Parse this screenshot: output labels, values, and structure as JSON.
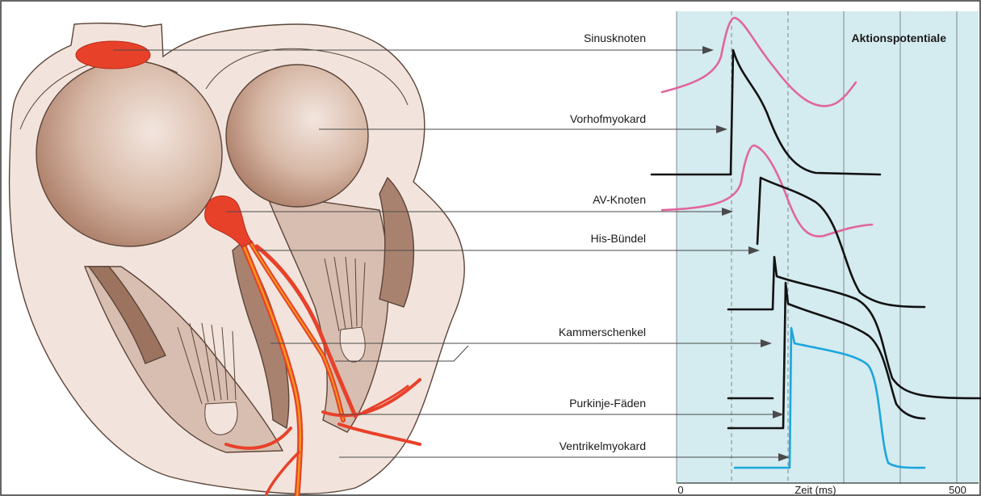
{
  "title": "Aktionspotentiale",
  "labels": {
    "sinus": "Sinusknoten",
    "vorhof": "Vorhofmyokard",
    "av": "AV-Knoten",
    "his": "His-Bündel",
    "kammer": "Kammerschenkel",
    "purkinje": "Purkinje-Fäden",
    "ventrikel": "Ventrikelmyokard"
  },
  "axis": {
    "x_label": "Zeit (ms)",
    "tick_start": "0",
    "tick_end": "500"
  },
  "colors": {
    "panel_bg": "#d4ebef",
    "pacemaker": "#e0669c",
    "ventricle": "#1ba6dd",
    "tissue": "#f2e4dc",
    "shadow": "#c29f8c",
    "node": "#e8412a",
    "bundle": "#f39a1b"
  }
}
